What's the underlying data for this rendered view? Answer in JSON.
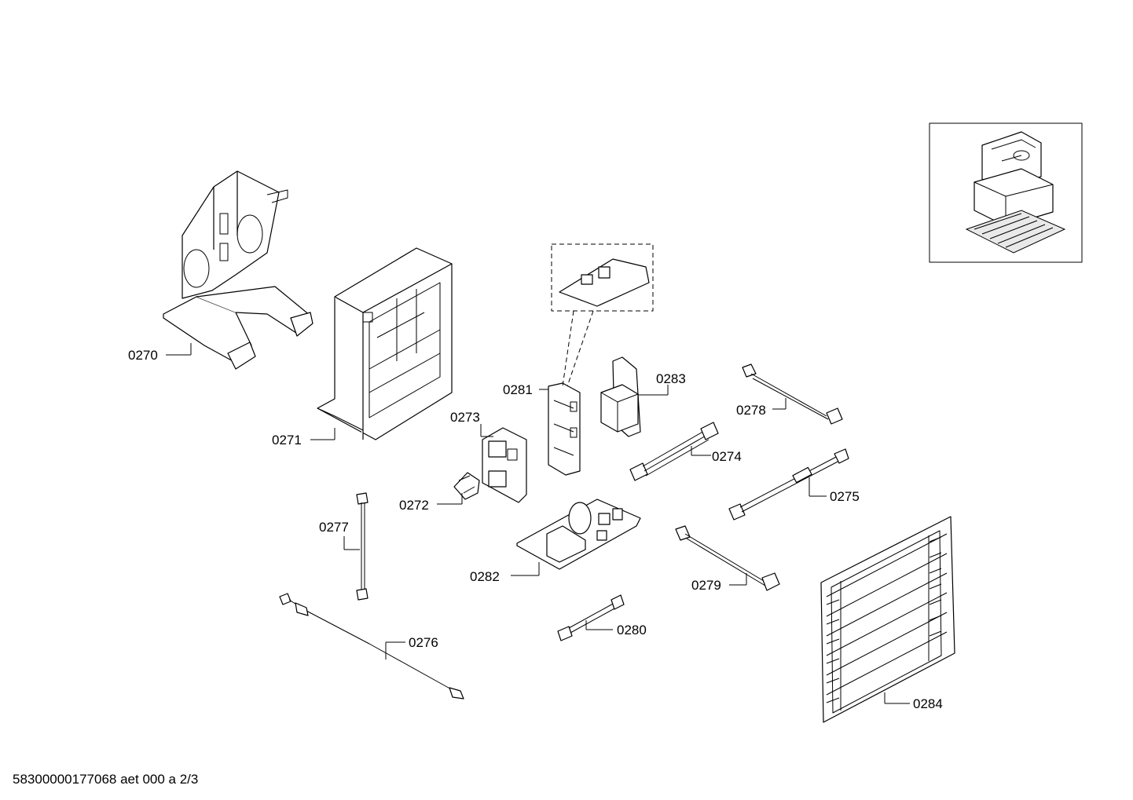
{
  "labels": {
    "p0270": "0270",
    "p0271": "0271",
    "p0272": "0272",
    "p0273": "0273",
    "p0274": "0274",
    "p0275": "0275",
    "p0276": "0276",
    "p0277": "0277",
    "p0278": "0278",
    "p0279": "0279",
    "p0280": "0280",
    "p0281": "0281",
    "p0282": "0282",
    "p0283": "0283",
    "p0284": "0284"
  },
  "footer": "58300000177068 aet 000 a 2/3"
}
